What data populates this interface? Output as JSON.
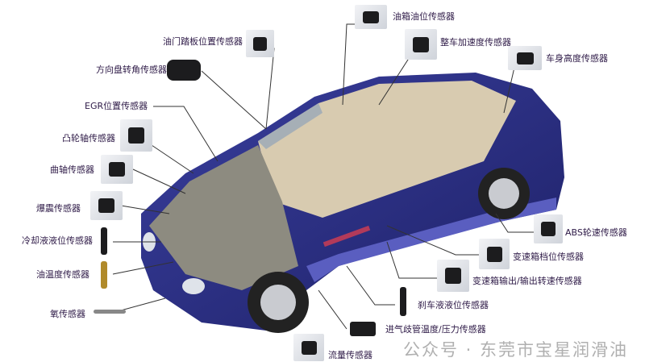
{
  "labels": {
    "fuel_level": "油箱油位传感器",
    "throttle_pedal": "油门踏板位置传感器",
    "vehicle_accel": "整车加速度传感器",
    "body_height": "车身高度传感器",
    "steering_angle": "方向盘转角传感器",
    "egr_position": "EGR位置传感器",
    "camshaft": "凸轮轴传感器",
    "crankshaft": "曲轴传感器",
    "knock": "爆震传感器",
    "coolant_level": "冷却液液位传感器",
    "oil_temp": "油温度传感器",
    "oxygen": "氧传感器",
    "abs_wheel_speed": "ABS轮速传感器",
    "gear_position": "变速箱档位传感器",
    "trans_speed": "变速箱输出/输出转速传感器",
    "brake_fluid": "刹车液液位传感器",
    "intake_manifold": "进气歧管温度/压力传感器",
    "flow": "流量传感器"
  },
  "watermark": "公众号 · 东莞市宝星润滑油",
  "colors": {
    "car_body": "#2b2f86",
    "label_text": "#2e1a47"
  }
}
